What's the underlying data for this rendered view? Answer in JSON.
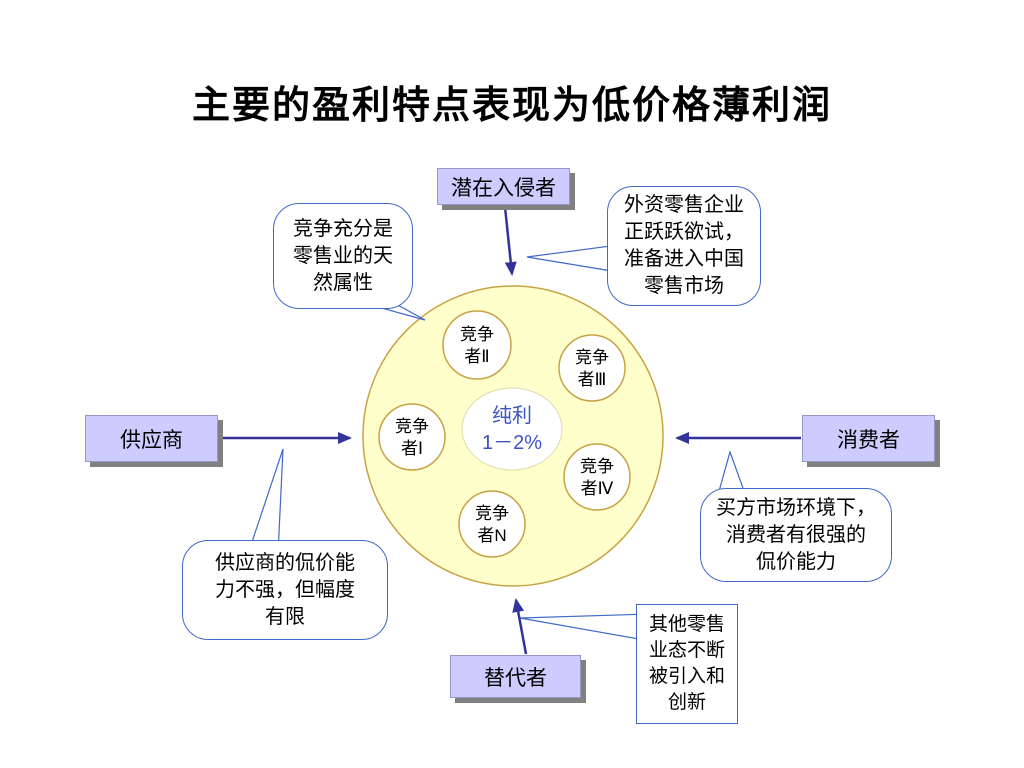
{
  "slide": {
    "title": "主要的盈利特点表现为低价格薄利润",
    "colors": {
      "box_fill": "#ccccff",
      "box_shadow": "#808080",
      "circle_fill": "#ffffcc",
      "circle_border": "#c9a243",
      "arrow": "#333399",
      "callout_border": "#4169c8",
      "profit_text": "#3b55c4"
    }
  },
  "forces": {
    "top": "潜在入侵者",
    "left": "供应商",
    "right": "消费者",
    "bottom": "替代者"
  },
  "market": {
    "profit": "纯利\n1－2%",
    "competitors": {
      "c2": "竞争\n者Ⅱ",
      "c3": "竞争\n者Ⅲ",
      "c1": "竞争\n者Ⅰ",
      "c4": "竞争\n者Ⅳ",
      "cn": "竞争\n者N"
    }
  },
  "callouts": {
    "competition": "竞争充分是\n零售业的天\n然属性",
    "foreign_entry": "外资零售企业\n正跃跃欲试，\n准备进入中国\n零售市场",
    "supplier_power": "供应商的侃价能\n力不强，但幅度\n有限",
    "buyer_power": "买方市场环境下，\n消费者有很强的\n侃价能力",
    "substitutes": "其他零售\n业态不断\n被引入和\n创新"
  }
}
